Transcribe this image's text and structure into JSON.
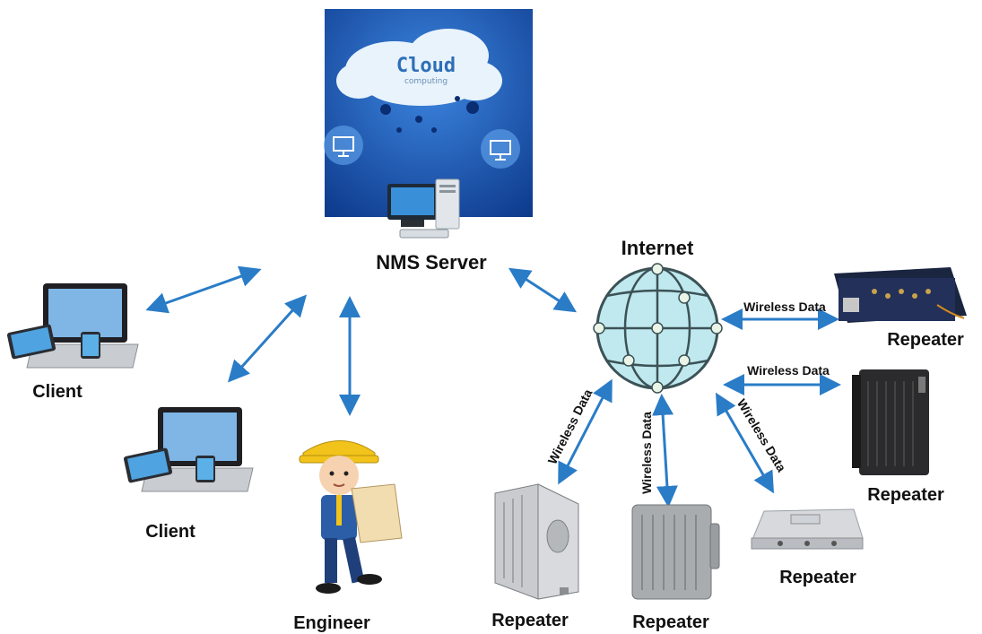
{
  "cloud_panel": {
    "title": "Cloud",
    "subtitle": "computing"
  },
  "nodes": {
    "server_label": "NMS Server",
    "internet_label": "Internet",
    "client_1_label": "Client",
    "client_2_label": "Client",
    "engineer_label": "Engineer",
    "repeater_1_label": "Repeater",
    "repeater_2_label": "Repeater",
    "repeater_3_label": "Repeater",
    "repeater_4_label": "Repeater",
    "repeater_5_label": "Repeater"
  },
  "links": {
    "wireless_1": "Wireless Data",
    "wireless_2": "Wireless Data",
    "wireless_3": "Wireless Data",
    "wireless_4": "Wireless Data",
    "wireless_5": "Wireless Data"
  },
  "colors": {
    "arrow": "#2a7cc7",
    "globe_fill": "#bfe9ee",
    "cloud_bg": "#1b57b2"
  }
}
